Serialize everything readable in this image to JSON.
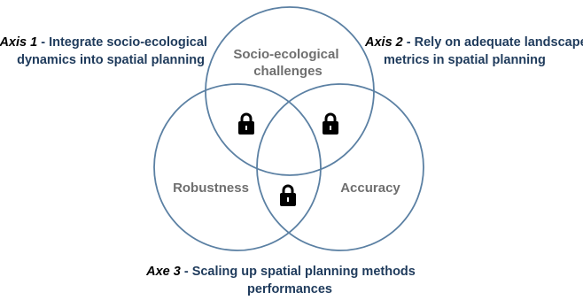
{
  "circles": {
    "top": {
      "label_line1": "Socio-ecological",
      "label_line2": "challenges"
    },
    "left": {
      "label": "Robustness"
    },
    "right": {
      "label": "Accuracy"
    }
  },
  "axes": {
    "axis1": {
      "prefix": "Axis 1",
      "separator": " - ",
      "line1": "Integrate socio-ecological",
      "line2": "dynamics into spatial planning"
    },
    "axis2": {
      "prefix": "Axis 2",
      "separator": " - ",
      "line1": "Rely on adequate landscape",
      "line2": "metrics in spatial planning"
    },
    "axis3": {
      "prefix": "Axe 3",
      "separator": " - ",
      "line1": "Scaling up spatial planning methods",
      "line2": "performances"
    }
  },
  "icons": {
    "lock": "lock-icon"
  },
  "colors": {
    "circle_stroke": "#5b80a3",
    "circle_label": "#6f6f6f",
    "axis_title": "#1f3b5c",
    "axis_prefix": "#000000",
    "lock_fill": "#000000"
  }
}
